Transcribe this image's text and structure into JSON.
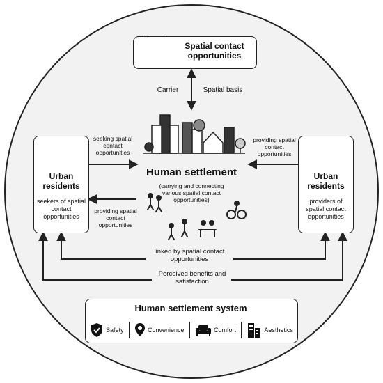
{
  "top_box": {
    "title": "Spatial contact opportunities",
    "icon": "people-target-icon"
  },
  "carrier_label": "Carrier",
  "spatial_basis_label": "Spatial basis",
  "center": {
    "title": "Human settlement",
    "subtitle": "(carrying and connecting various spatial contact opportunities)"
  },
  "left_panel": {
    "title": "Urban residents",
    "subtitle": "seekers of spatial contact opportunities",
    "icon": "group-icon"
  },
  "right_panel": {
    "title": "Urban residents",
    "subtitle": "providers of spatial contact opportunities",
    "icon": "group-icon"
  },
  "arrow_labels": {
    "left_top": "seeking spatial contact opportunities",
    "left_bottom": "providing spatial contact opportunities",
    "right_top": "providing spatial contact opportunities",
    "linked": "linked by spatial contact opportunities",
    "benefits": "Perceived benefits and satisfaction"
  },
  "system": {
    "title": "Human settlement system",
    "items": [
      {
        "label": "Safety",
        "icon": "shield-check-icon"
      },
      {
        "label": "Convenience",
        "icon": "location-pin-icon"
      },
      {
        "label": "Comfort",
        "icon": "armchair-icon"
      },
      {
        "label": "Aesthetics",
        "icon": "buildings-icon"
      }
    ]
  },
  "colors": {
    "line": "#222222",
    "circle_fill": "#f2f2f2",
    "box_fill": "#ffffff"
  }
}
